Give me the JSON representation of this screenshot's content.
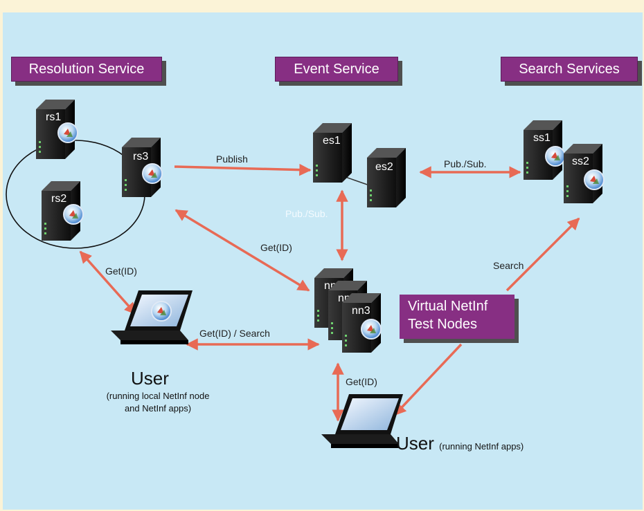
{
  "services": {
    "resolution": "Resolution Service",
    "event": "Event Service",
    "search": "Search Services"
  },
  "servers": {
    "rs1": "rs1",
    "rs2": "rs2",
    "rs3": "rs3",
    "es1": "es1",
    "es2": "es2",
    "ss1": "ss1",
    "ss2": "ss2",
    "nn1": "nn1",
    "nn2": "nn2",
    "nn3": "nn3"
  },
  "edges": {
    "publish": "Publish",
    "pub_sub_search": "Pub./Sub.",
    "pub_sub_event": "Pub./Sub.",
    "get_id_rs3": "Get(ID)",
    "get_id_rs2": "Get(ID)",
    "get_id_search": "Get(ID) / Search",
    "get_id_nn": "Get(ID)",
    "search": "Search"
  },
  "virtual_nodes": {
    "line1": "Virtual NetInf",
    "line2": "Test Nodes"
  },
  "user_local": {
    "title": "User",
    "note_line1": "(running local NetInf node",
    "note_line2": "and NetInf apps)"
  },
  "user_apps": {
    "title": "User",
    "note": "(running NetInf apps)"
  },
  "colors": {
    "background": "#c8e8f5",
    "border": "#fbf3d7",
    "label_box": "#872f83",
    "arrow": "#e86a55",
    "server": "#1a1a1a"
  }
}
